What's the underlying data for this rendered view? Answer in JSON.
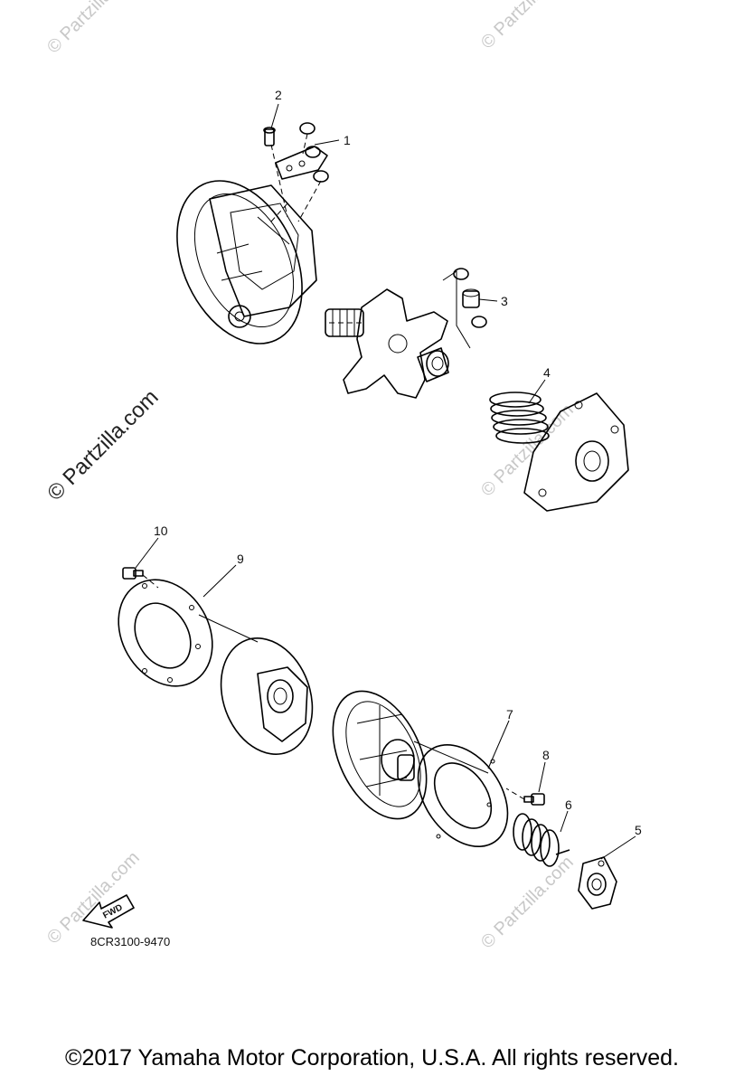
{
  "watermarks": {
    "diagonal_main": "© Partzilla.com",
    "corner": "© Partzilla.com"
  },
  "callouts": [
    "1",
    "2",
    "3",
    "4",
    "5",
    "6",
    "7",
    "8",
    "9",
    "10"
  ],
  "fwd_label": "FWD",
  "reference_code": "8CR3100-9470",
  "footer": "©2017 Yamaha Motor Corporation, U.S.A. All rights reserved."
}
